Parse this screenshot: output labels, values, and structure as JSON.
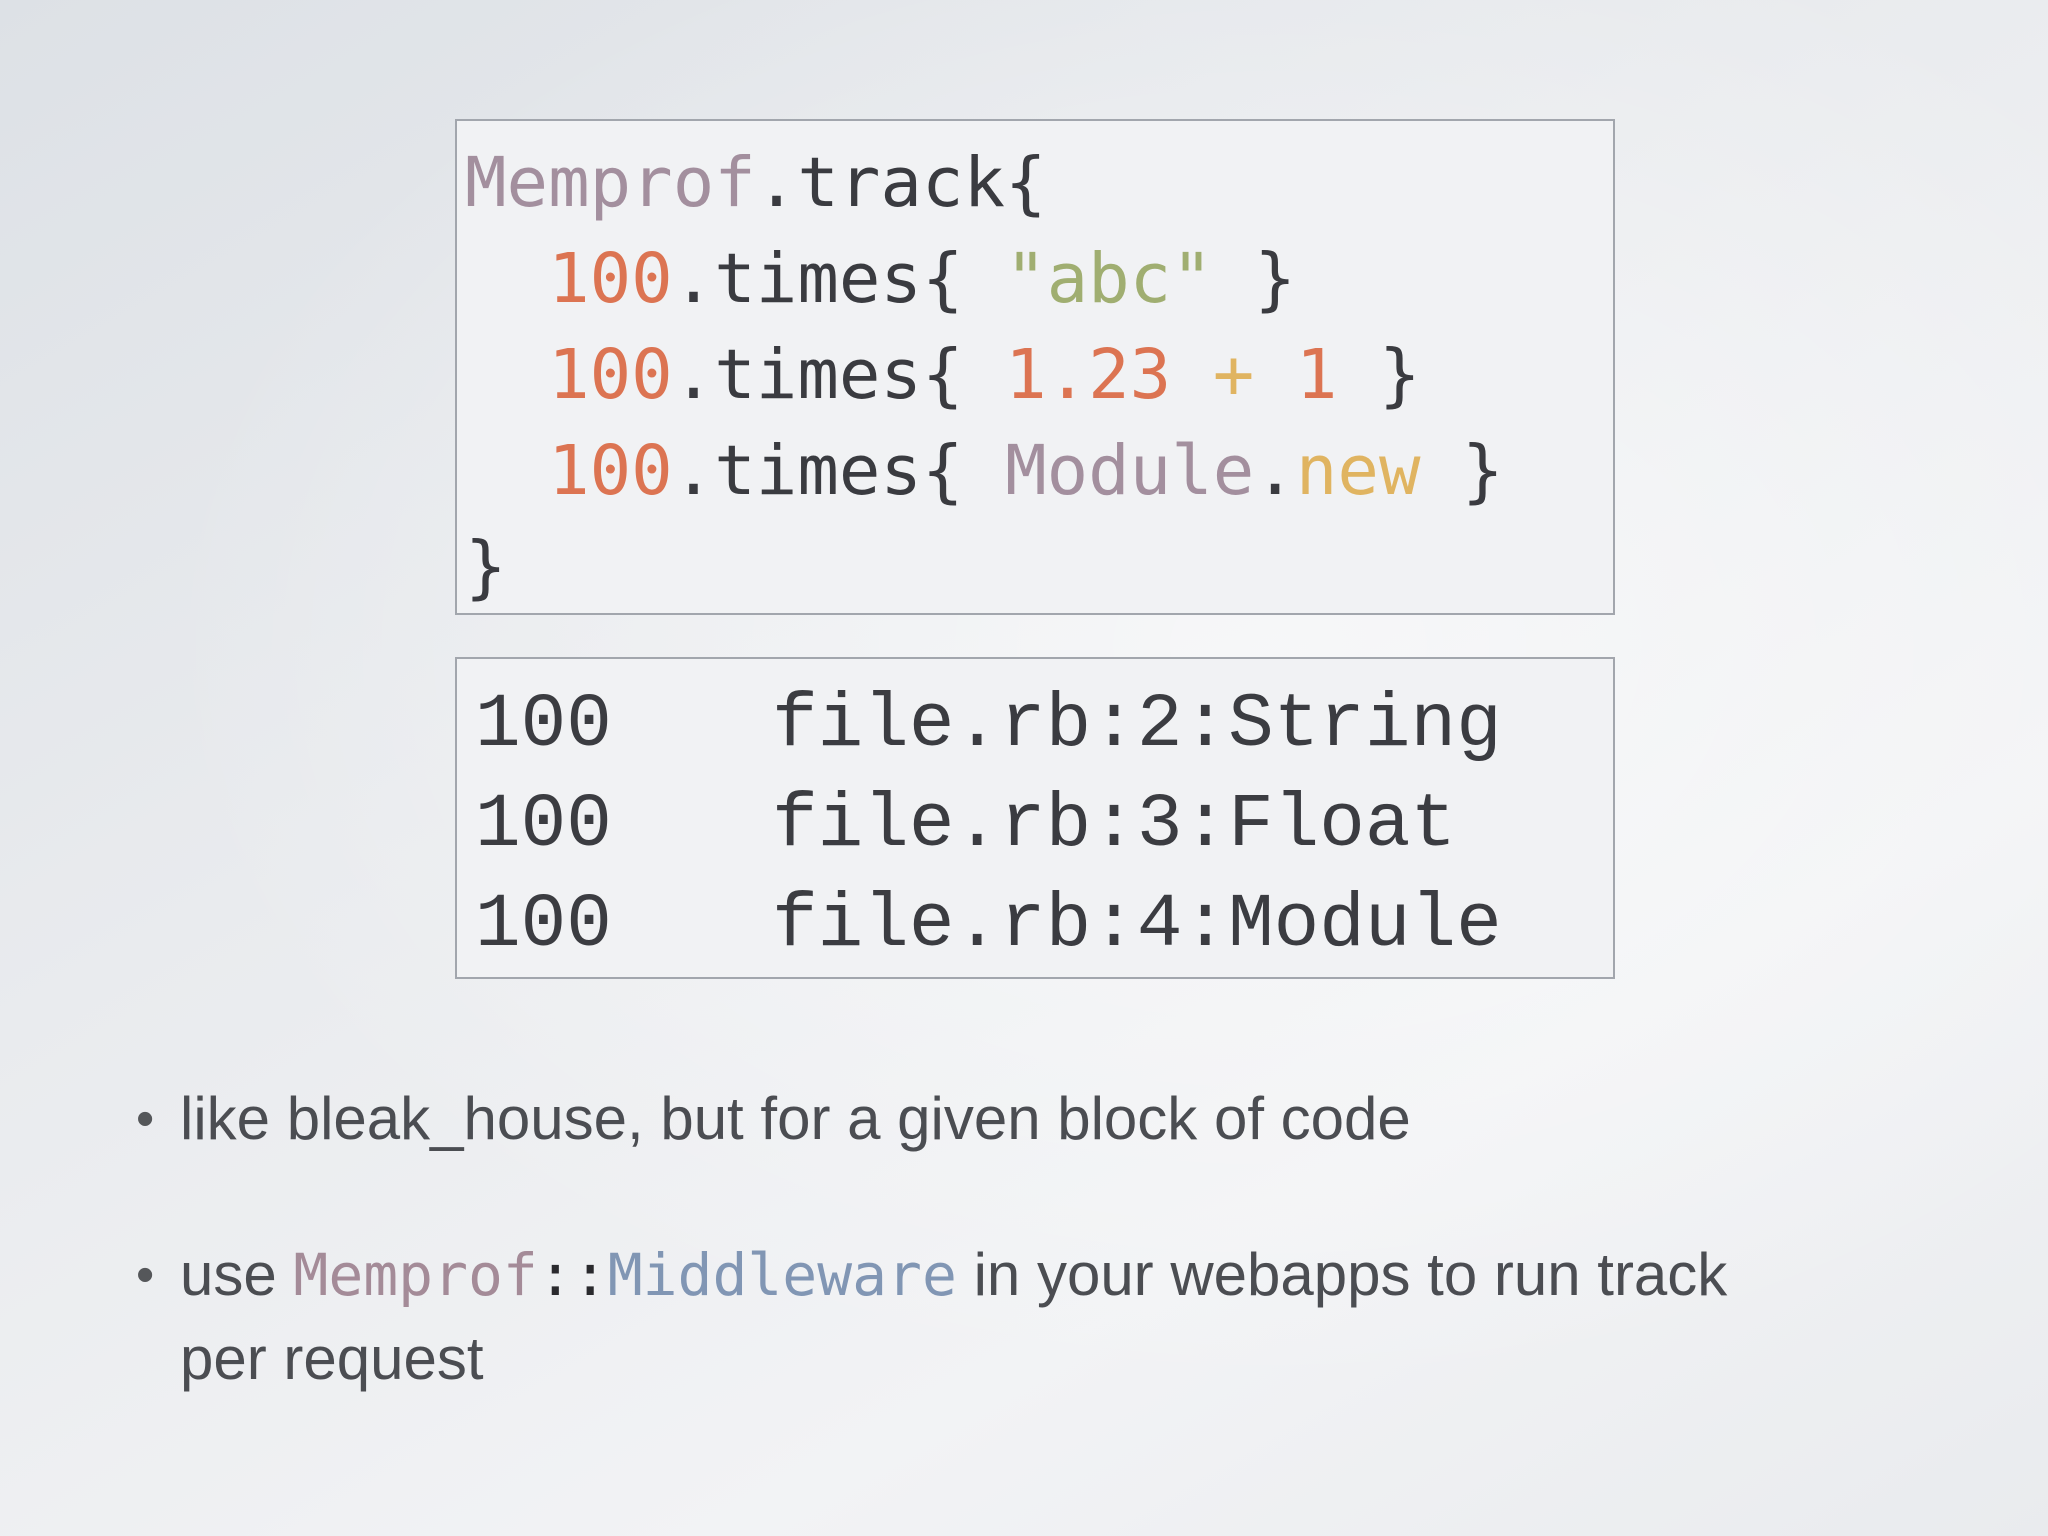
{
  "palette": {
    "bg_edge": "#dde1e6",
    "bg_mid": "#e9ebee",
    "bg_light": "#f2f3f5",
    "box_bg": "#f1f2f4",
    "box_border": "#a2a6ad",
    "code_plain": "#3a3b40",
    "code_constant": "#a38f9e",
    "code_number": "#dc7452",
    "code_string": "#a0ae71",
    "code_operator": "#e0b461",
    "output_text": "#3b3c41",
    "bullet_text": "#4b4d52",
    "bullet_marker": "#55575a",
    "bullet_mono_constant": "#a48b98",
    "bullet_mono_plain": "#2a2a2e",
    "bullet_mono_middleware": "#8196b4"
  },
  "code_block": {
    "lines": [
      [
        {
          "t": "Memprof",
          "c": "constant"
        },
        {
          "t": ".track{",
          "c": "plain"
        }
      ],
      [
        {
          "t": "  ",
          "c": "plain"
        },
        {
          "t": "100",
          "c": "number"
        },
        {
          "t": ".times{ ",
          "c": "plain"
        },
        {
          "t": "\"abc\"",
          "c": "string"
        },
        {
          "t": " }",
          "c": "plain"
        }
      ],
      [
        {
          "t": "  ",
          "c": "plain"
        },
        {
          "t": "100",
          "c": "number"
        },
        {
          "t": ".times{ ",
          "c": "plain"
        },
        {
          "t": "1.23",
          "c": "number"
        },
        {
          "t": " ",
          "c": "plain"
        },
        {
          "t": "+",
          "c": "operator"
        },
        {
          "t": " ",
          "c": "plain"
        },
        {
          "t": "1",
          "c": "number"
        },
        {
          "t": " }",
          "c": "plain"
        }
      ],
      [
        {
          "t": "  ",
          "c": "plain"
        },
        {
          "t": "100",
          "c": "number"
        },
        {
          "t": ".times{ ",
          "c": "plain"
        },
        {
          "t": "Module",
          "c": "constant"
        },
        {
          "t": ".",
          "c": "plain"
        },
        {
          "t": "new",
          "c": "method"
        },
        {
          "t": " }",
          "c": "plain"
        }
      ],
      [
        {
          "t": "}",
          "c": "plain"
        }
      ]
    ]
  },
  "output_block": {
    "rows": [
      {
        "count": "100",
        "location": "file.rb:2:String"
      },
      {
        "count": "100",
        "location": "file.rb:3:Float"
      },
      {
        "count": "100",
        "location": "file.rb:4:Module"
      }
    ]
  },
  "bullets": [
    {
      "marker": "•",
      "lines": [
        [
          {
            "t": "like bleak_house, but for a given block of code",
            "c": "sans"
          }
        ]
      ]
    },
    {
      "marker": "•",
      "lines": [
        [
          {
            "t": "use ",
            "c": "sans"
          },
          {
            "t": "Memprof",
            "c": "mono-constant"
          },
          {
            "t": "::",
            "c": "mono-plain"
          },
          {
            "t": "Middleware",
            "c": "mono-middleware"
          },
          {
            "t": " in your webapps to run track",
            "c": "sans"
          }
        ],
        [
          {
            "t": "per request",
            "c": "sans"
          }
        ]
      ]
    }
  ]
}
